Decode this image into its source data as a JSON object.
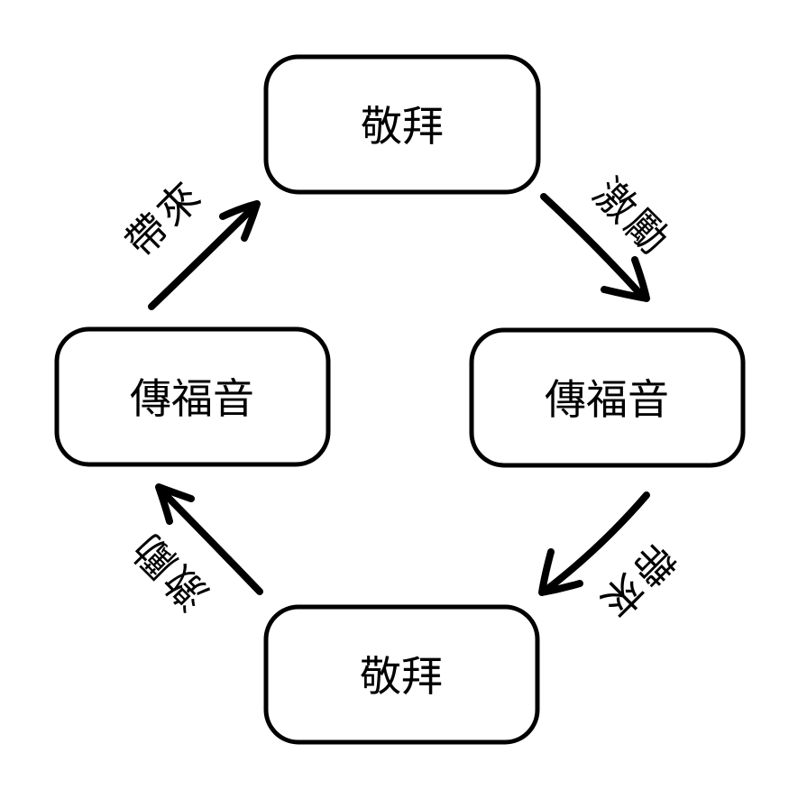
{
  "page": {
    "background_color": "#ffffff"
  },
  "diagram": {
    "type": "cycle-flowchart",
    "ink_color": "#000000",
    "nodes": [
      {
        "id": "top",
        "label": "敬拜"
      },
      {
        "id": "right",
        "label": "傳福音"
      },
      {
        "id": "bottom",
        "label": "敬拜"
      },
      {
        "id": "left",
        "label": "傳福音"
      }
    ],
    "edges": [
      {
        "from": "top",
        "to": "right",
        "label": "激勵"
      },
      {
        "from": "right",
        "to": "bottom",
        "label": "帶來"
      },
      {
        "from": "bottom",
        "to": "left",
        "label": "激勵"
      },
      {
        "from": "left",
        "to": "top",
        "label": "帶來"
      }
    ]
  }
}
